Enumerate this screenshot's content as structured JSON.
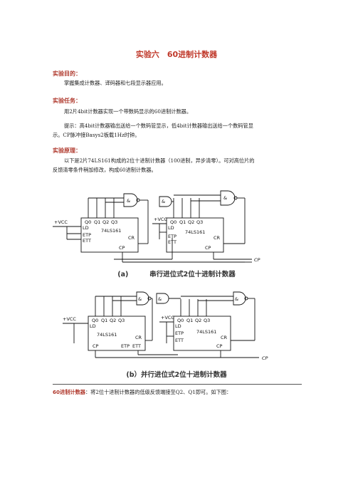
{
  "title": "实验六　60进制计数器",
  "sections": {
    "purpose": {
      "heading": "实验目的：",
      "text": "掌握集成计数器、译码器和七段显示器应用。"
    },
    "task": {
      "heading": "实验任务：",
      "line1": "用2片4bit计数器实现一个带数码显示的60进制计数器。",
      "line2": "提示：高4bit计数器输出送给一个数码管显示，低4bit计数器输出送给一个数码管显",
      "line3": "示。CP脉冲接Basys2板载1Hz时钟。"
    },
    "principle": {
      "heading": "实验原理：",
      "line1": "以下是2片74LS161构成的2位十进制计数器（100进制，异步清零）。可对高位片的",
      "line2": "反馈清零条件稍加修改，构成60进制计数器。"
    }
  },
  "diagram_a": {
    "chip_label": "74LS161",
    "pins_q": [
      "Q0",
      "Q1",
      "Q2",
      "Q3"
    ],
    "pin_ld": "LD",
    "pin_etp": "ETP",
    "pin_ett": "ETT",
    "pin_cr": "CR",
    "pin_cp": "CP",
    "vcc": "+VCC",
    "and_label": "&",
    "cp_out": "CP",
    "caption_tag": "(a)",
    "caption": "串行进位式2位十进制计数器"
  },
  "diagram_b": {
    "chip_label": "74LS161",
    "pins_q": [
      "Q0",
      "Q1",
      "Q2",
      "Q3"
    ],
    "pin_ld": "LD",
    "pin_etp": "ETP",
    "pin_ett": "ETT",
    "pin_cr": "CR",
    "pin_cp": "CP",
    "vcc": "+VCC",
    "and_label": "&",
    "cp_out": "CP",
    "caption": "(b）并行进位式2位十进制计数器"
  },
  "footer": {
    "bold": "60进制计数器",
    "text": "：将2位十进制计数器的低级反馈端接至Q2、Q1即可。如下图："
  }
}
